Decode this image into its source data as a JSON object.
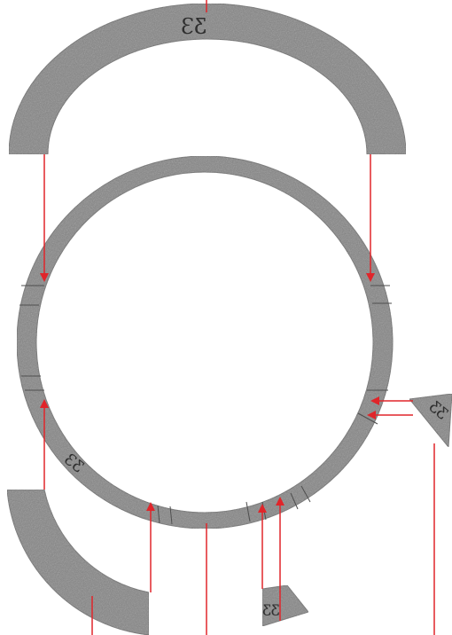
{
  "figure": {
    "stone_color": "#858585",
    "stone_dark": "#6c6c6c",
    "arrow_color": "#e0252a",
    "background": "#ffffff"
  },
  "glyphs": {
    "top_arc": "ƐƸ",
    "ring_mark": "ƐƸ",
    "right_wedge": "ƸƸ",
    "bottom_wedge": "ƸƸ"
  }
}
